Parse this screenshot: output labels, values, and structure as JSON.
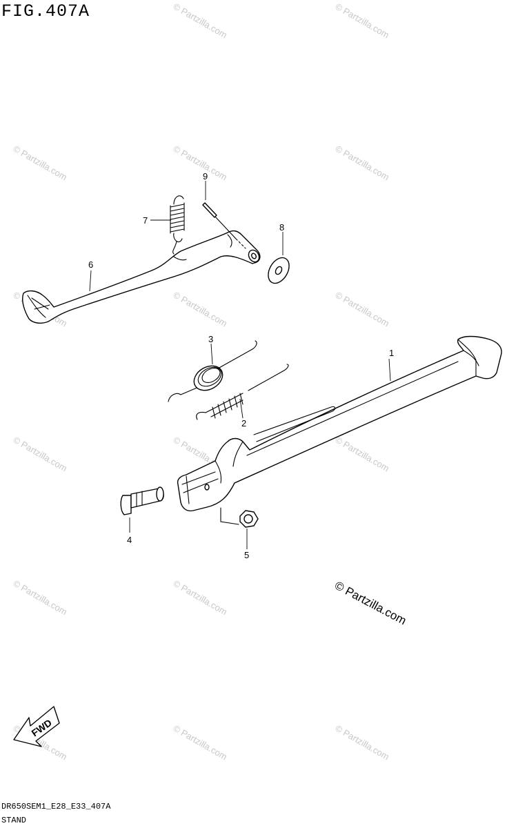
{
  "figure": {
    "title": "FIG.407A",
    "code": "DR650SEM1_E28_E33_407A",
    "name": "STAND"
  },
  "callouts": [
    {
      "id": "1",
      "label": "1"
    },
    {
      "id": "2",
      "label": "2"
    },
    {
      "id": "3",
      "label": "3"
    },
    {
      "id": "4",
      "label": "4"
    },
    {
      "id": "5",
      "label": "5"
    },
    {
      "id": "6",
      "label": "6"
    },
    {
      "id": "7",
      "label": "7"
    },
    {
      "id": "8",
      "label": "8"
    },
    {
      "id": "9",
      "label": "9"
    }
  ],
  "direction_arrow": {
    "label": "FWD"
  },
  "watermark": {
    "repeated": "© Partzilla.com",
    "main": "© Partzilla.com"
  }
}
